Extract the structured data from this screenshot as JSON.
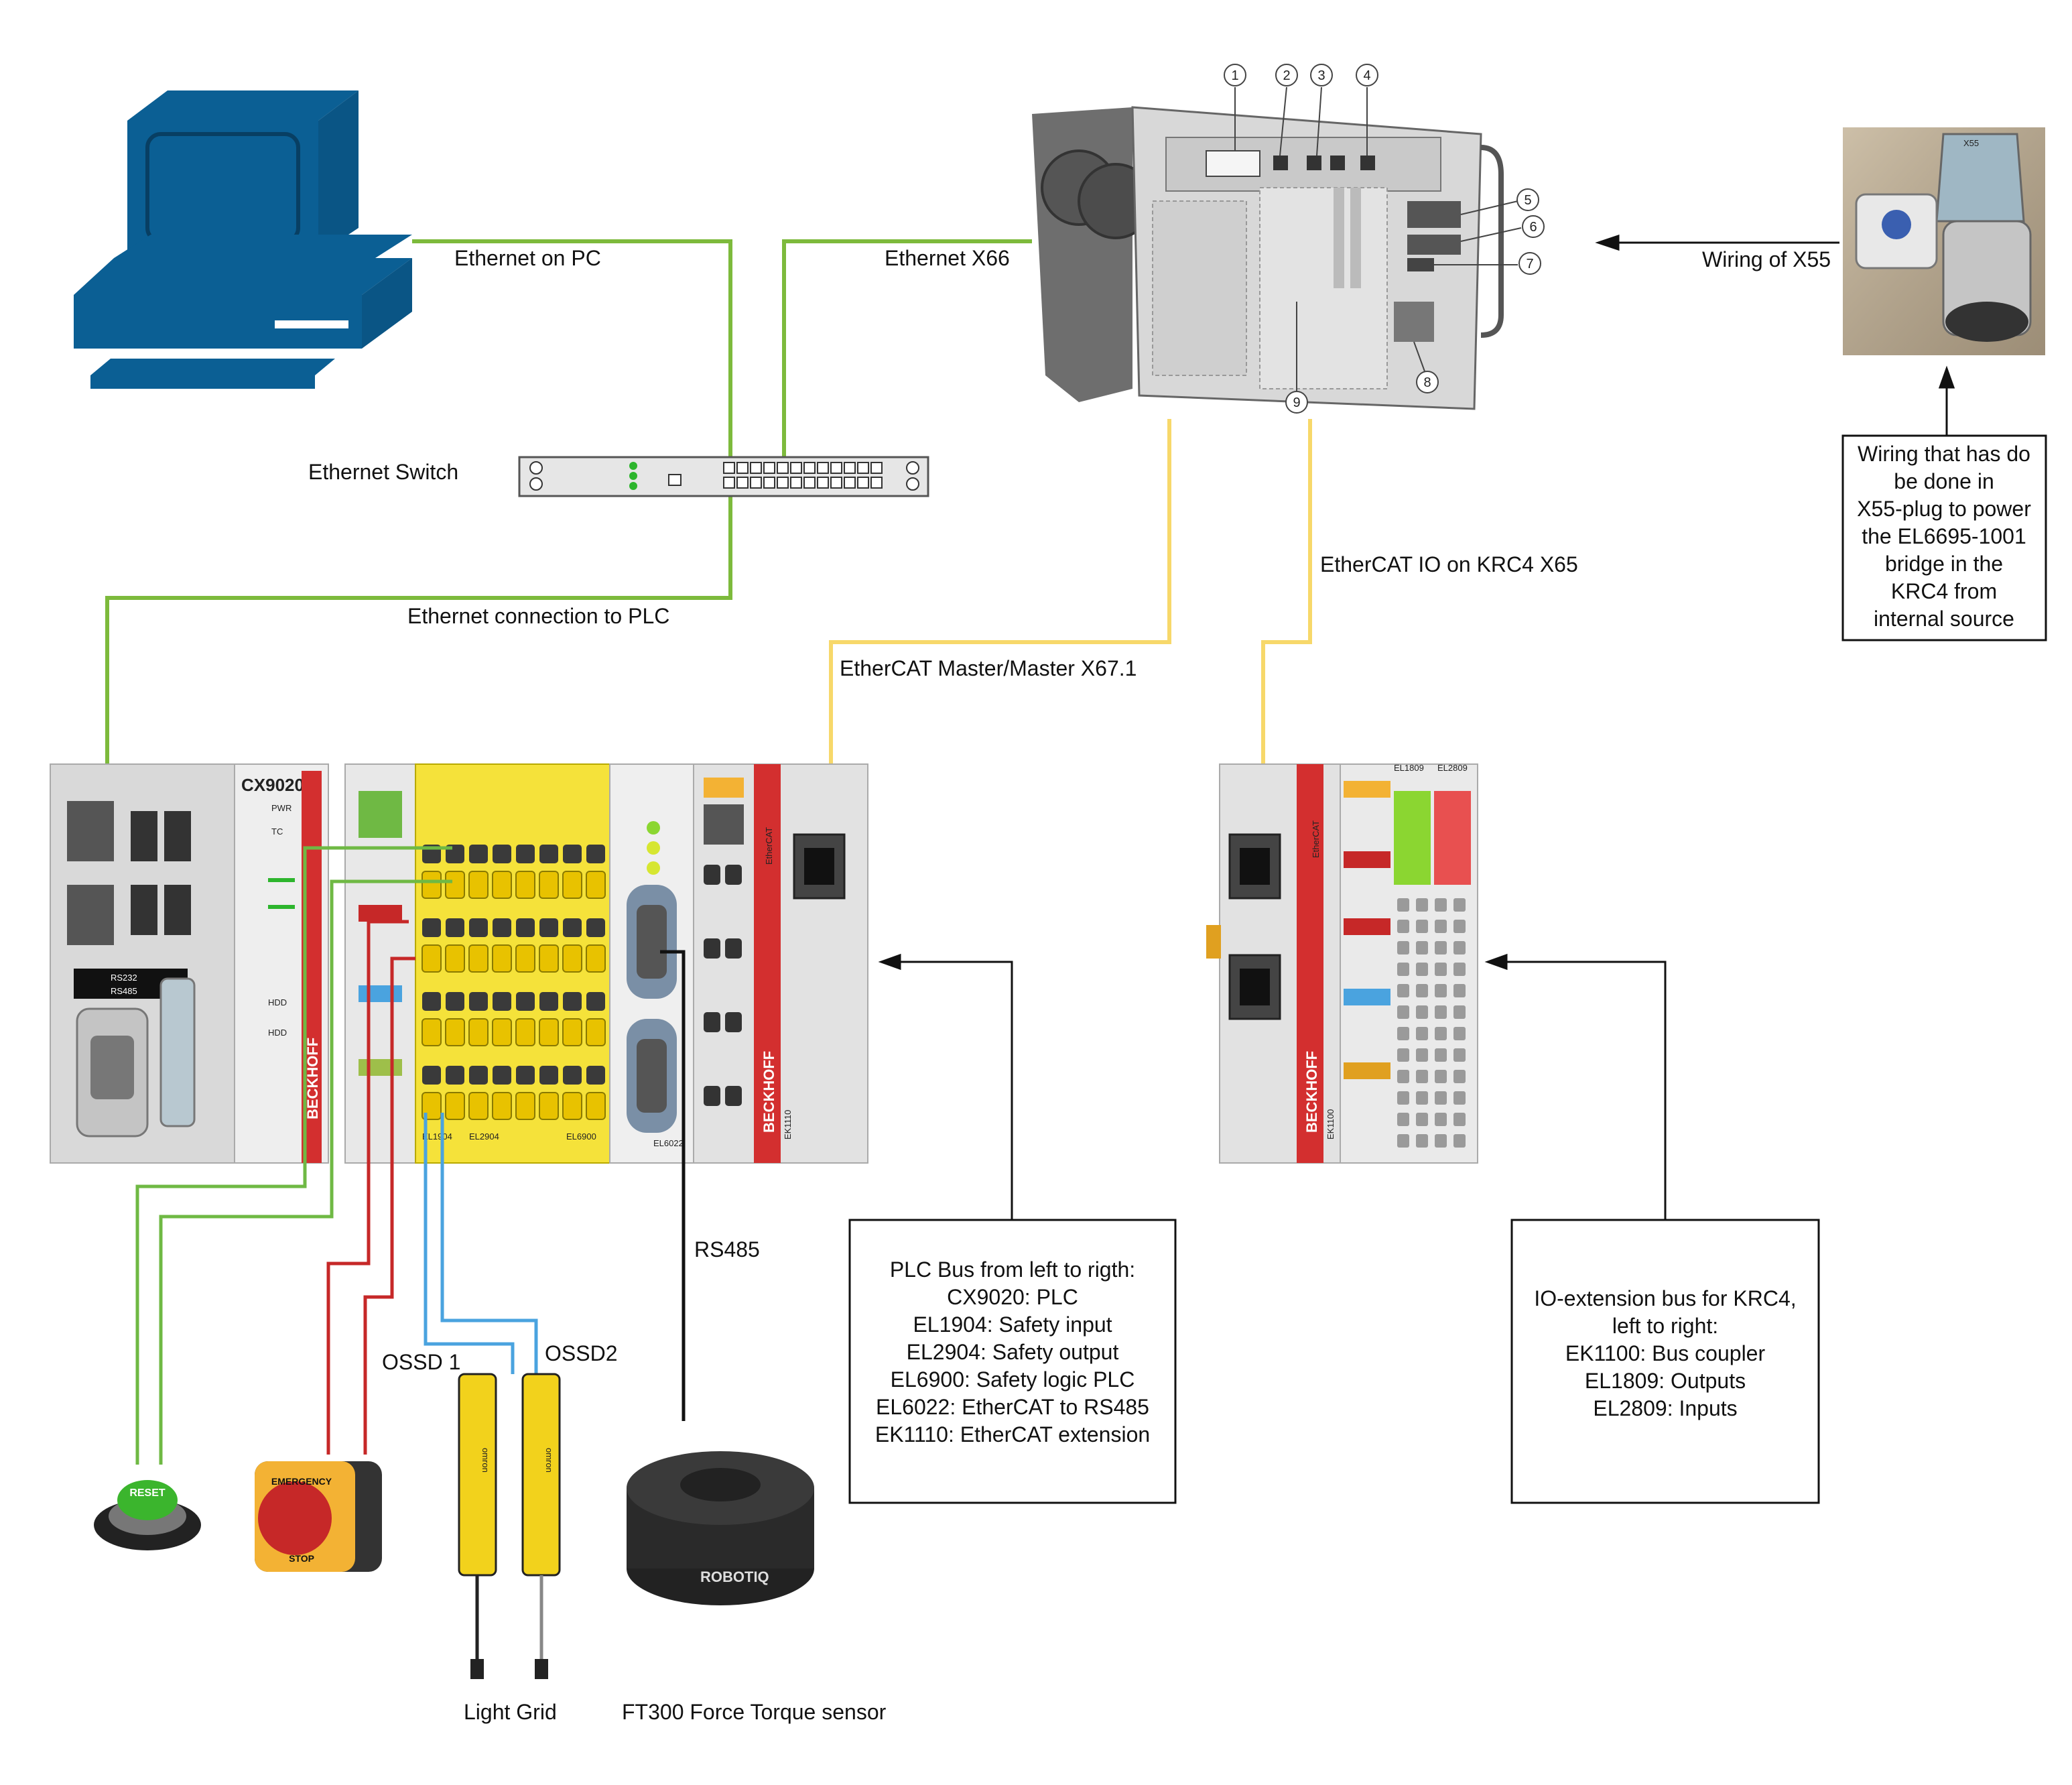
{
  "labels": {
    "ethernet_pc": "Ethernet on PC",
    "ethernet_x66": "Ethernet X66",
    "ethernet_switch": "Ethernet Switch",
    "ethernet_plc": "Ethernet connection to PLC",
    "ethercat_io_x65": "EtherCAT IO on KRC4 X65",
    "ethercat_master": "EtherCAT Master/Master X67.1",
    "wiring_x55": "Wiring of X55",
    "rs485": "RS485",
    "ossd1": "OSSD 1",
    "ossd2": "OSSD2",
    "light_grid": "Light Grid",
    "ft300": "FT300 Force Torque sensor"
  },
  "x55_note": [
    "Wiring that has do",
    "be done in",
    "X55-plug to power",
    "the EL6695-1001",
    "bridge in the",
    "KRC4 from",
    "internal source"
  ],
  "plc_bus_note": [
    "PLC Bus from left to rigth:",
    "CX9020: PLC",
    "EL1904: Safety input",
    "EL2904: Safety output",
    "EL6900: Safety logic PLC",
    "EL6022: EtherCAT to RS485",
    "EK1110: EtherCAT extension"
  ],
  "io_bus_note": [
    "IO-extension bus for KRC4,",
    "left to right:",
    "EK1100: Bus coupler",
    "EL1809: Outputs",
    "EL2809: Inputs"
  ],
  "device_text": {
    "cx9020": "CX9020",
    "beckhoff": "BECKHOFF",
    "ethercat": "EtherCAT",
    "pwr": "PWR",
    "tc": "TC",
    "hdd": "HDD",
    "rs232": "RS232",
    "rs485": "RS485",
    "el1904": "EL1904",
    "el2904": "EL2904",
    "el6900": "EL6900",
    "el6022": "EL6022",
    "ek1110": "EK1110",
    "ek1100": "EK1100",
    "el1809": "EL1809",
    "el2809": "EL2809",
    "x55": "X55",
    "reset": "RESET",
    "emergency": "EMERGENCY",
    "stop": "STOP",
    "omron": "omron",
    "robotiq": "ROBOTIQ",
    "callouts": [
      "1",
      "2",
      "3",
      "4",
      "5",
      "6",
      "7",
      "8",
      "9"
    ]
  },
  "colors": {
    "ethernet": "#7dba3c",
    "ethercat": "#f7d86a",
    "red_wire": "#c62828",
    "blue_wire": "#4aa3df",
    "green_wire": "#6fb944",
    "pc_blue": "#0b5f94",
    "beckhoff_red": "#d32f2f",
    "terminal_yellow": "#f5e23a"
  }
}
